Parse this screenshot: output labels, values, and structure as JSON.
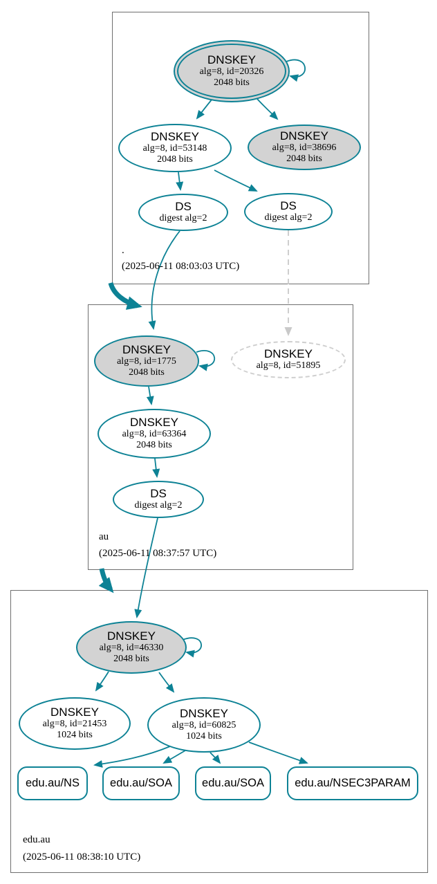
{
  "colors": {
    "edge_teal": "#0d8295",
    "node_fill_gray": "#d3d3d3",
    "dashed_gray": "#cfcfcf",
    "box_border": "#6e6e6e"
  },
  "zones": [
    {
      "label": ".",
      "timestamp": "(2025-06-11 08:03:03 UTC)",
      "nodes": {
        "ksk": {
          "title": "DNSKEY",
          "meta": "alg=8, id=20326",
          "bits": "2048 bits"
        },
        "zsk": {
          "title": "DNSKEY",
          "meta": "alg=8, id=53148",
          "bits": "2048 bits"
        },
        "key2": {
          "title": "DNSKEY",
          "meta": "alg=8, id=38696",
          "bits": "2048 bits"
        },
        "ds1": {
          "title": "DS",
          "meta": "digest alg=2"
        },
        "ds2": {
          "title": "DS",
          "meta": "digest alg=2"
        }
      }
    },
    {
      "label": "au",
      "timestamp": "(2025-06-11 08:37:57 UTC)",
      "nodes": {
        "ksk": {
          "title": "DNSKEY",
          "meta": "alg=8, id=1775",
          "bits": "2048 bits"
        },
        "missing": {
          "title": "DNSKEY",
          "meta": "alg=8, id=51895"
        },
        "zsk": {
          "title": "DNSKEY",
          "meta": "alg=8, id=63364",
          "bits": "2048 bits"
        },
        "ds": {
          "title": "DS",
          "meta": "digest alg=2"
        }
      }
    },
    {
      "label": "edu.au",
      "timestamp": "(2025-06-11 08:38:10 UTC)",
      "nodes": {
        "ksk": {
          "title": "DNSKEY",
          "meta": "alg=8, id=46330",
          "bits": "2048 bits"
        },
        "key2": {
          "title": "DNSKEY",
          "meta": "alg=8, id=21453",
          "bits": "1024 bits"
        },
        "zsk": {
          "title": "DNSKEY",
          "meta": "alg=8, id=60825",
          "bits": "1024 bits"
        }
      },
      "rrsets": [
        {
          "label": "edu.au/NS"
        },
        {
          "label": "edu.au/SOA"
        },
        {
          "label": "edu.au/SOA"
        },
        {
          "label": "edu.au/NSEC3PARAM"
        }
      ]
    }
  ]
}
